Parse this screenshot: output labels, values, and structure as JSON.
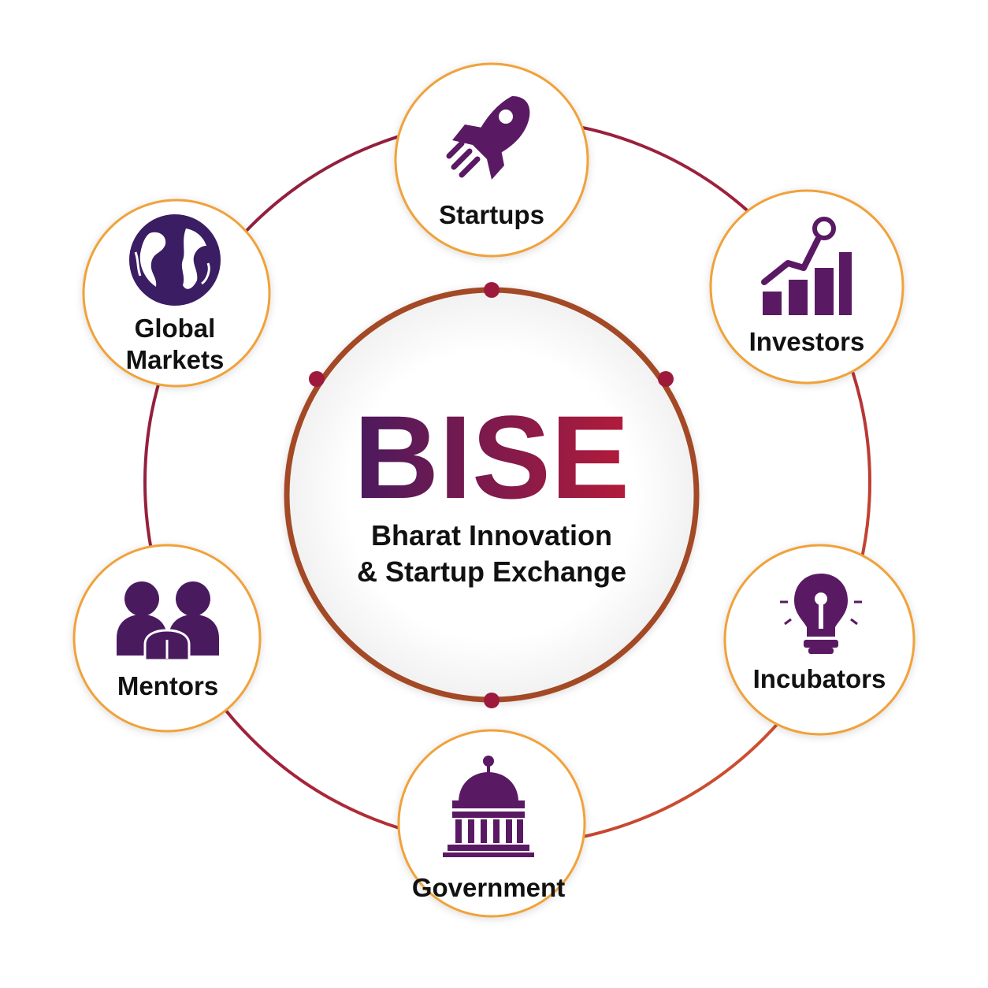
{
  "center": {
    "title": "BISE",
    "subtitle_line1": "Bharat Innovation",
    "subtitle_line2": "& Startup Exchange"
  },
  "nodes": [
    {
      "id": "startups",
      "label_lines": [
        "Startups"
      ],
      "icon": "rocket-icon"
    },
    {
      "id": "investors",
      "label_lines": [
        "Investors"
      ],
      "icon": "growth-chart-icon"
    },
    {
      "id": "incubators",
      "label_lines": [
        "Incubators"
      ],
      "icon": "lightbulb-icon"
    },
    {
      "id": "government",
      "label_lines": [
        "Government"
      ],
      "icon": "government-building-icon"
    },
    {
      "id": "mentors",
      "label_lines": [
        "Mentors"
      ],
      "icon": "people-icon"
    },
    {
      "id": "global",
      "label_lines": [
        "Global",
        "Markets"
      ],
      "icon": "globe-icon"
    }
  ],
  "colors": {
    "ring": "#8b1f3f",
    "ring_orange": "#d9541f",
    "node_border": "#f0a23a",
    "icon_purple": "#4a1a5e",
    "title_start": "#4a1a5e",
    "title_end": "#b31b3a",
    "center_ring": "#a34a26",
    "dot": "#9e1a3c"
  }
}
